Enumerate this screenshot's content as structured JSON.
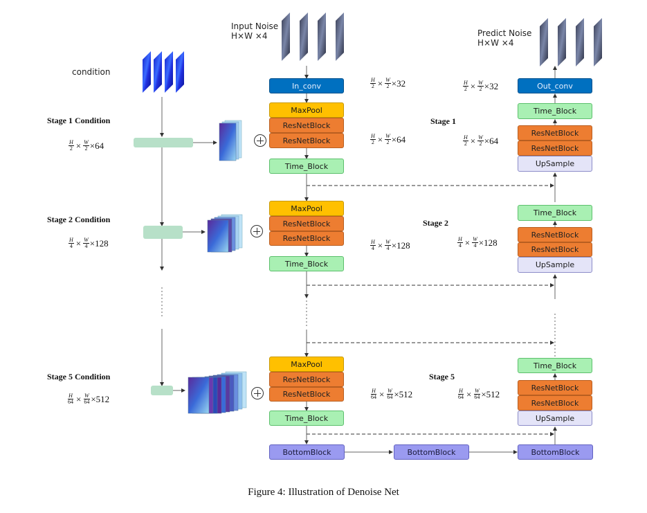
{
  "caption": "Figure 4: Illustration of Denoise Net",
  "inputs": {
    "input_noise_title": "Input Noise",
    "input_noise_dim": "H×W ×4",
    "predict_noise_title": "Predict Noise",
    "predict_noise_dim": "H×W ×4",
    "condition_label": "condition"
  },
  "convs": {
    "in_conv": "In_conv",
    "out_conv": "Out_conv"
  },
  "blocks": {
    "maxpool": "MaxPool",
    "resnet": "ResNetBlock",
    "time": "Time_Block",
    "upsample": "UpSample",
    "bottom": "BottomBlock"
  },
  "stages": [
    {
      "label": "Stage 1",
      "condition_label": "Stage 1 Condition",
      "den": "2",
      "ch": "×64"
    },
    {
      "label": "Stage 2",
      "condition_label": "Stage 2 Condition",
      "den": "4",
      "ch": "×128"
    },
    {
      "label": "Stage 5",
      "condition_label": "Stage 5 Condition",
      "den": "64",
      "ch": "×512"
    }
  ],
  "top_dim": {
    "den": "2",
    "ch": "×32"
  },
  "frac_symbols": {
    "h": "H",
    "w": "W",
    "times": "×"
  },
  "colors": {
    "maxpool": "#ffc000",
    "resnet": "#ed7d31",
    "time": "#a9f0b3",
    "upsample": "#e4e4f8",
    "conv": "#0070c0",
    "bottom": "#9a9af0",
    "condition_bar": "#b7e0c8"
  }
}
